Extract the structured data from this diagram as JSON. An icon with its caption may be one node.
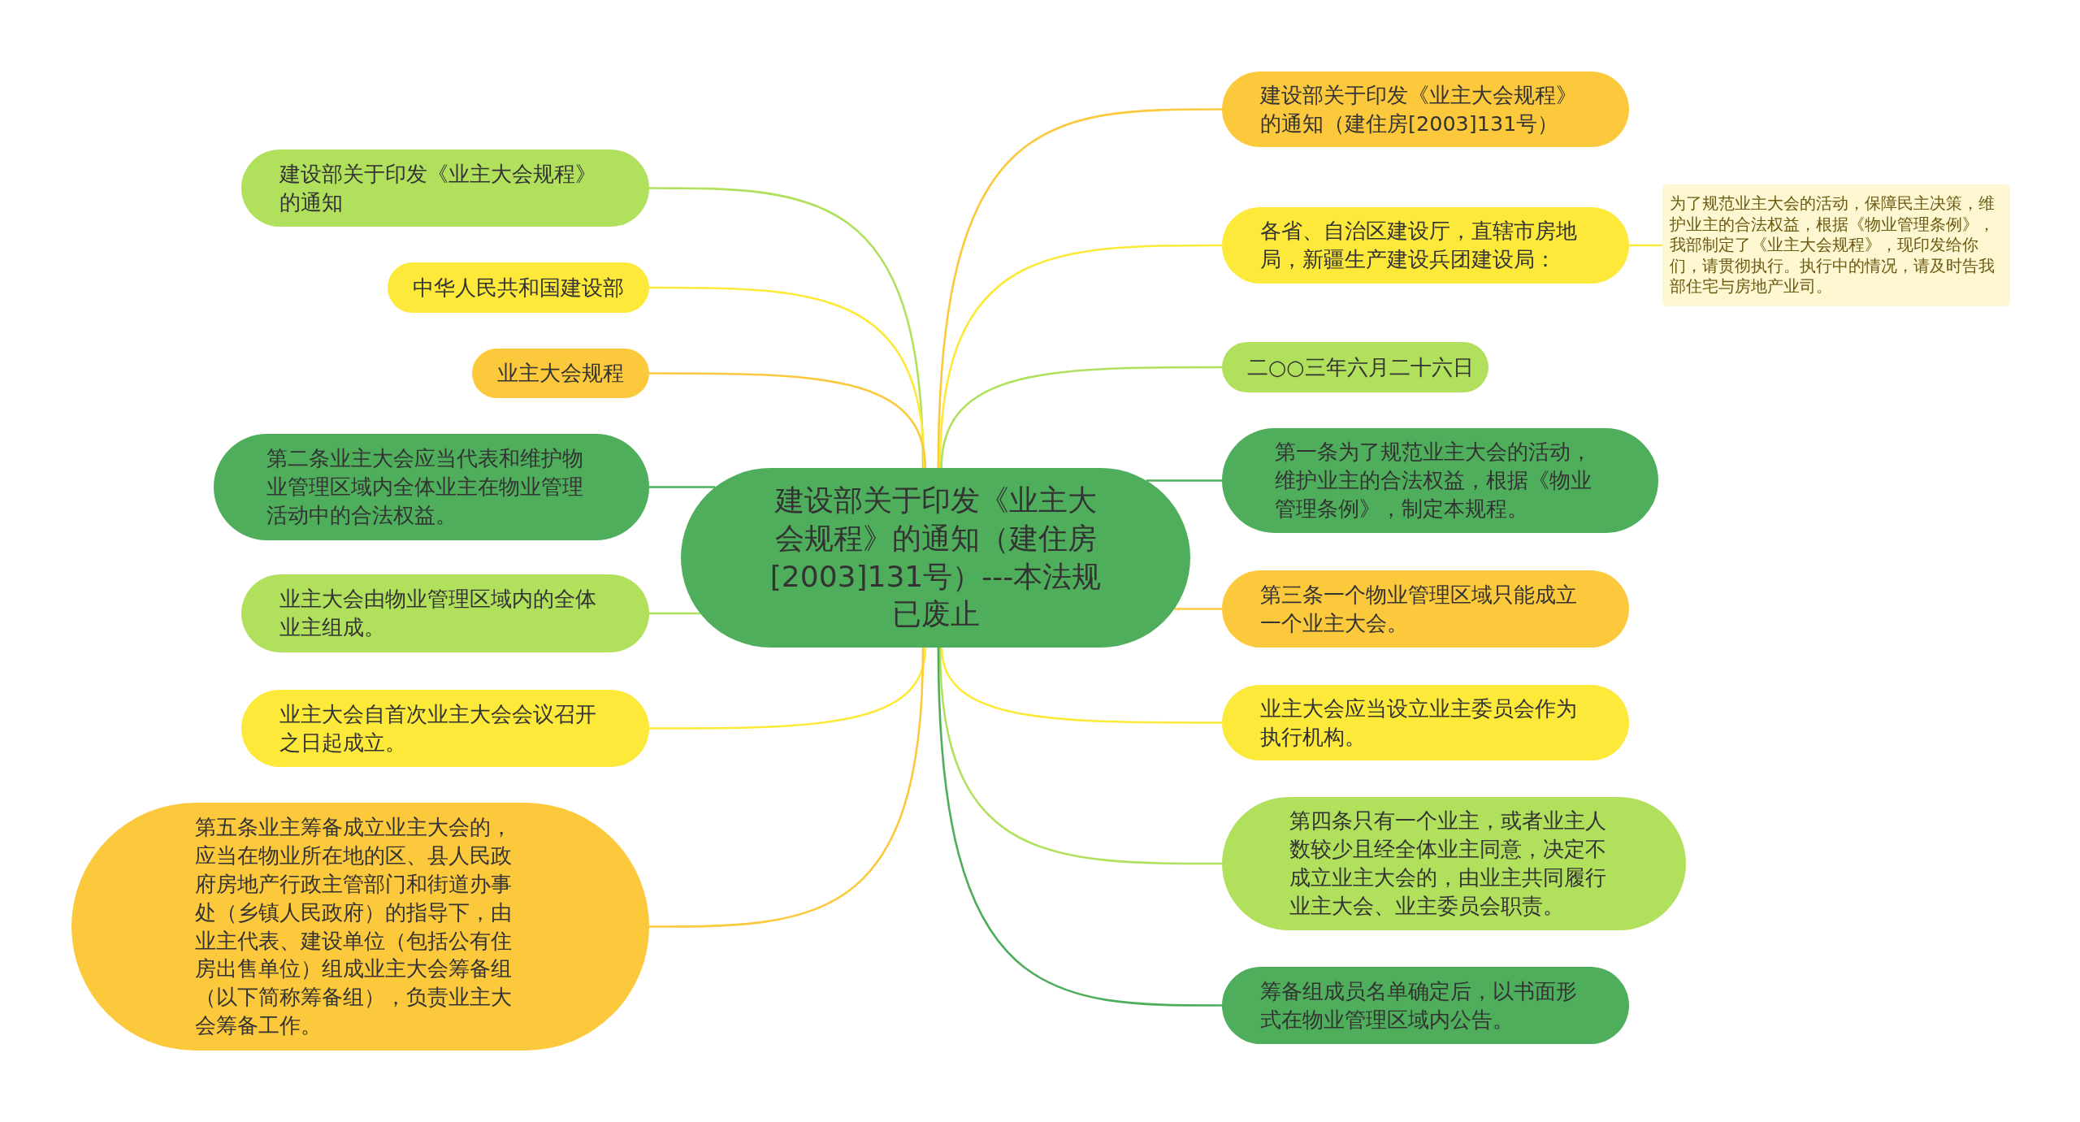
{
  "diagram": {
    "nodes": [
      {
        "text": [
          "建设部关于印发《业主大会规程》的通知（建住房[2003]131号）---本法规已废止"
        ]
      },
      {
        "text": [
          "建设部关于印发《业主大会规程》的通知"
        ]
      },
      {
        "text": [
          "中华人民共和国建设部"
        ]
      },
      {
        "text": [
          "业主大会规程"
        ]
      },
      {
        "text": [
          "第二条业主大会应当代表和维护物业管理区域内全体业主在物业管理活动中的合法权益。"
        ]
      },
      {
        "text": [
          "业主大会由物业管理区域内的全体业主组成。"
        ]
      },
      {
        "text": [
          "业主大会自首次业主大会会议召开之日起成立。"
        ]
      },
      {
        "text": [
          "第五条业主筹备成立业主大会的，应当在物业所在地的区、县人民政府房地产行政主管部门和街道办事处（乡镇人民政府）的指导下，由业主代表、建设单位（包括公有住房出售单位）组成业主大会筹备组（以下简称筹备组），负责业主大会筹备工作。"
        ]
      },
      {
        "text": [
          "建设部关于印发《业主大会规程》的通知（建住房[2003]131号）"
        ]
      },
      {
        "text": [
          "各省、自治区建设厅，直辖市房地局，新疆生产建设兵团建设局："
        ]
      },
      {
        "text": [
          "为了规范业主大会的活动，保障民主决策，维护业主的合法权益，根据《物业管理条例》，我部制定了《业主大会规程》，现印发给你们，请贯彻执行。执行中的情况，请及时告我部住宅与房地产业司。"
        ]
      },
      {
        "text": [
          "二○○三年六月二十六日"
        ]
      },
      {
        "text": [
          "第一条为了规范业主大会的活动，维护业主的合法权益，根据《物业管理条例》，制定本规程。"
        ]
      },
      {
        "text": [
          "第三条一个物业管理区域只能成立一个业主大会。"
        ]
      },
      {
        "text": [
          "业主大会应当设立业主委员会作为执行机构。"
        ]
      },
      {
        "text": [
          "第四条只有一个业主，或者业主人数较少且经全体业主同意，决定不成立业主大会的，由业主共同履行业主大会、业主委员会职责。"
        ]
      },
      {
        "text": [
          "筹备组成员名单确定后，以书面形式在物业管理区域内公告。"
        ]
      }
    ],
    "edges": [
      {
        "from": 0,
        "to": 1,
        "arrow": "none",
        "color": "#b1e05d"
      },
      {
        "from": 0,
        "to": 2,
        "arrow": "none",
        "color": "#fde93a"
      },
      {
        "from": 0,
        "to": 3,
        "arrow": "none",
        "color": "#fcc83c"
      },
      {
        "from": 0,
        "to": 4,
        "arrow": "none",
        "color": "#4eae5b"
      },
      {
        "from": 0,
        "to": 5,
        "arrow": "none",
        "color": "#b1e05d"
      },
      {
        "from": 0,
        "to": 6,
        "arrow": "none",
        "color": "#fde93a"
      },
      {
        "from": 0,
        "to": 7,
        "arrow": "none",
        "color": "#fcc83c"
      },
      {
        "from": 0,
        "to": 8,
        "arrow": "none",
        "color": "#fcc83c"
      },
      {
        "from": 0,
        "to": 9,
        "arrow": "none",
        "color": "#fde93a"
      },
      {
        "from": 9,
        "to": 10,
        "arrow": "none",
        "color": "#fde93a"
      },
      {
        "from": 0,
        "to": 11,
        "arrow": "none",
        "color": "#b1e05d"
      },
      {
        "from": 0,
        "to": 12,
        "arrow": "none",
        "color": "#4eae5b"
      },
      {
        "from": 0,
        "to": 13,
        "arrow": "none",
        "color": "#fcc83c"
      },
      {
        "from": 0,
        "to": 14,
        "arrow": "none",
        "color": "#fde93a"
      },
      {
        "from": 0,
        "to": 15,
        "arrow": "none",
        "color": "#b1e05d"
      },
      {
        "from": 0,
        "to": 16,
        "arrow": "none",
        "color": "#4eae5b"
      }
    ]
  }
}
